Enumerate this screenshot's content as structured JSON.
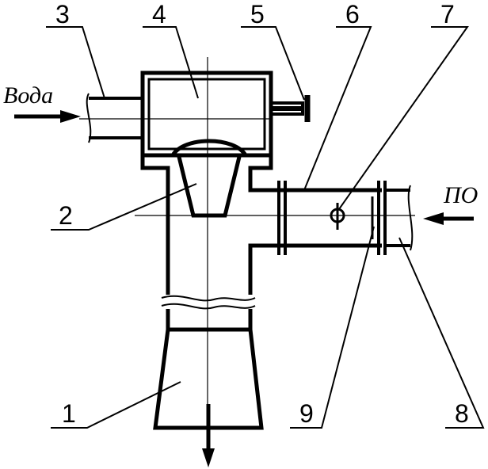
{
  "inlet_labels": {
    "water": "Вода",
    "po": "ПО"
  },
  "callouts": {
    "n1": "1",
    "n2": "2",
    "n3": "3",
    "n4": "4",
    "n5": "5",
    "n6": "6",
    "n7": "7",
    "n8": "8",
    "n9": "9"
  },
  "colors": {
    "line": "#000000",
    "background": "#ffffff"
  }
}
